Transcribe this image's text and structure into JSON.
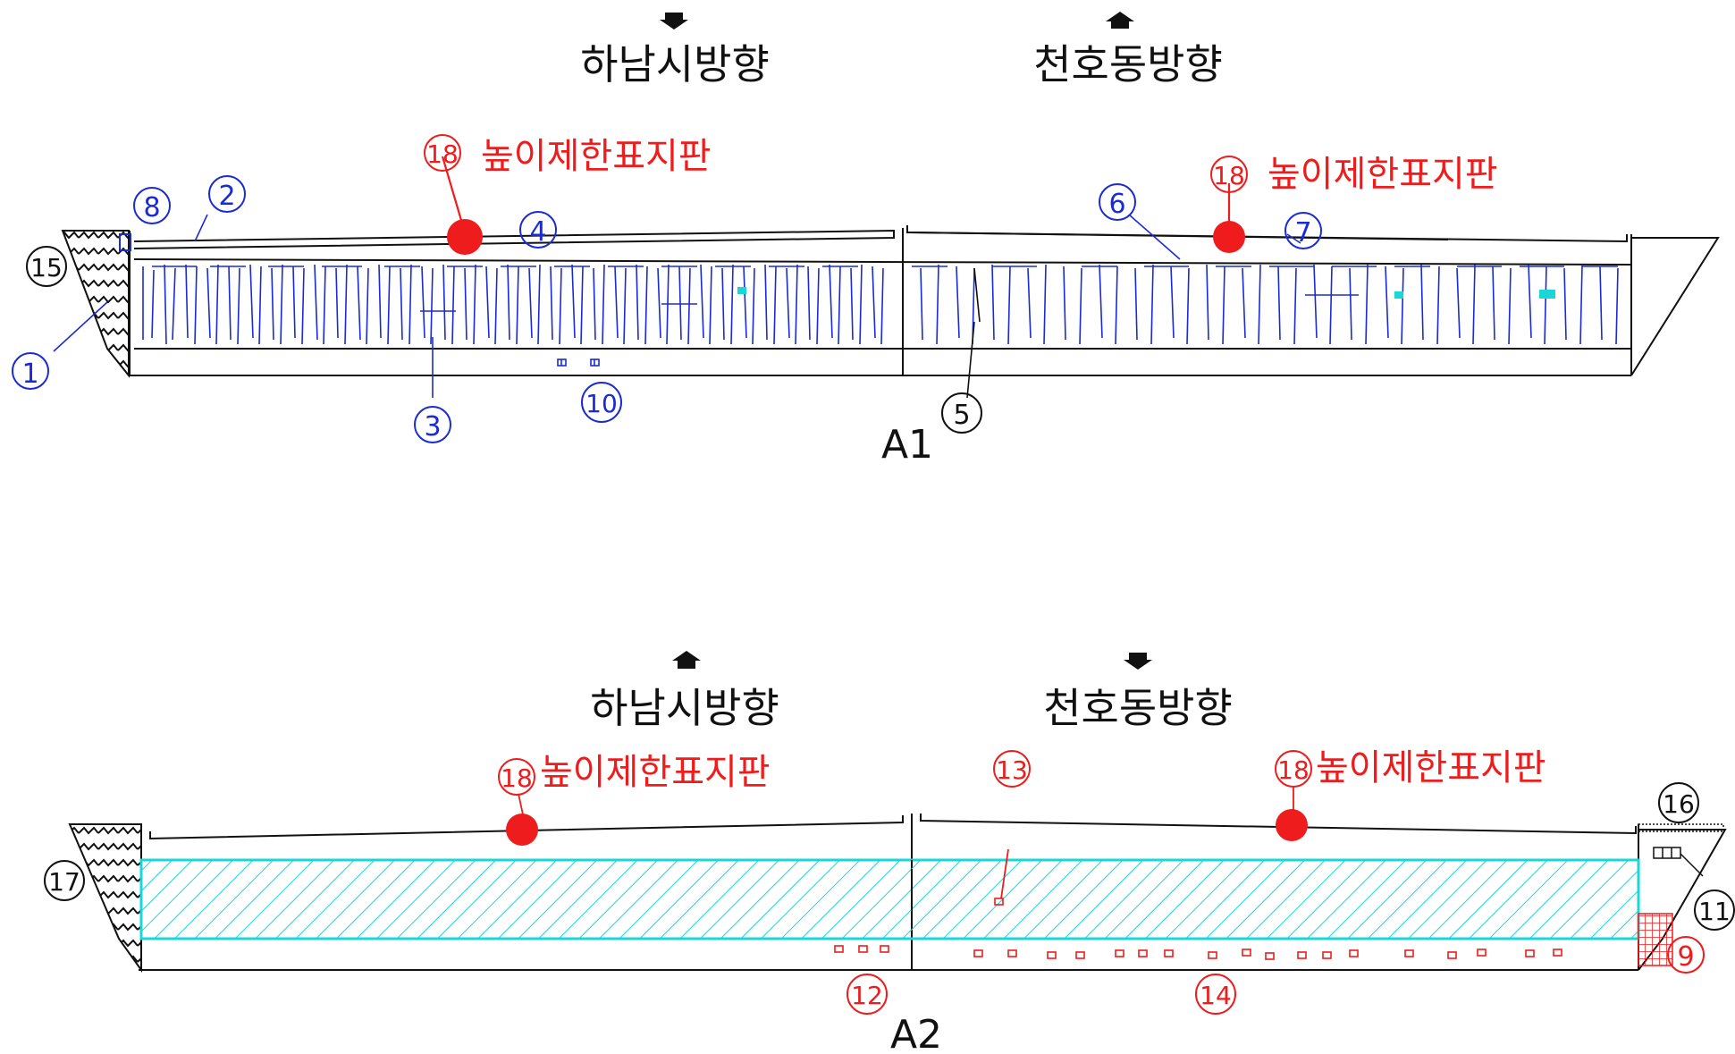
{
  "section_a1": {
    "label": "A1",
    "direction_left": "하남시방향",
    "direction_right": "천호동방향",
    "sign_left_label": "높이제한표지판",
    "sign_right_label": "높이제한표지판",
    "sign_left_num": "18",
    "sign_right_num": "18",
    "markers": [
      "1",
      "2",
      "3",
      "4",
      "5",
      "6",
      "7",
      "8",
      "10",
      "15"
    ]
  },
  "section_a2": {
    "label": "A2",
    "direction_left": "하남시방향",
    "direction_right": "천호동방향",
    "sign_left_label": "높이제한표지판",
    "sign_right_label": "높이제한표지판",
    "sign_left_num": "18",
    "sign_right_num": "18",
    "markers": [
      "9",
      "11",
      "12",
      "13",
      "14",
      "16",
      "17"
    ]
  },
  "colors": {
    "crack_blue": "#1a2bd6",
    "sign_red": "#ee1c1c",
    "hatch_cyan": "#19d7d7",
    "outline_black": "#111111"
  }
}
